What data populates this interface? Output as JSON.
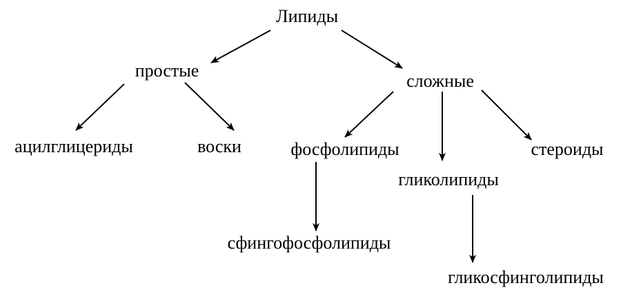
{
  "diagram": {
    "nodes": {
      "root": "Липиды",
      "simple": "простые",
      "complex": "сложные",
      "acylglycerides": "ацилглицериды",
      "waxes": "воски",
      "phospholipids": "фосфолипиды",
      "glycolipids": "гликолипиды",
      "steroids": "стероиды",
      "sphingophospholipids": "сфингофосфолипиды",
      "glycosphingolipids": "гликосфинголипиды"
    },
    "edges": [
      {
        "from": "root",
        "to": "simple"
      },
      {
        "from": "root",
        "to": "complex"
      },
      {
        "from": "simple",
        "to": "acylglycerides"
      },
      {
        "from": "simple",
        "to": "waxes"
      },
      {
        "from": "complex",
        "to": "phospholipids"
      },
      {
        "from": "complex",
        "to": "glycolipids"
      },
      {
        "from": "complex",
        "to": "steroids"
      },
      {
        "from": "phospholipids",
        "to": "sphingophospholipids"
      },
      {
        "from": "glycolipids",
        "to": "glycosphingolipids"
      }
    ],
    "colors": {
      "text": "#000000",
      "arrow": "#000000",
      "background": "#ffffff"
    }
  }
}
